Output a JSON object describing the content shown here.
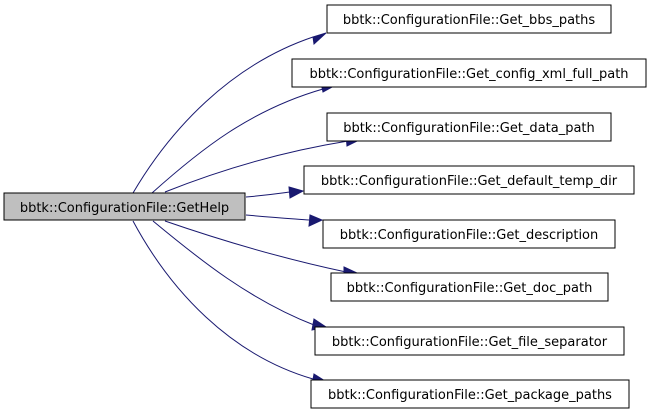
{
  "graph": {
    "source": {
      "label": "bbtk::ConfigurationFile::GetHelp",
      "fill": "#bfbfbf"
    },
    "target_fill": "#ffffff",
    "edge_color": "#191970",
    "targets": [
      {
        "label": "bbtk::ConfigurationFile::Get_bbs_paths"
      },
      {
        "label": "bbtk::ConfigurationFile::Get_config_xml_full_path"
      },
      {
        "label": "bbtk::ConfigurationFile::Get_data_path"
      },
      {
        "label": "bbtk::ConfigurationFile::Get_default_temp_dir"
      },
      {
        "label": "bbtk::ConfigurationFile::Get_description"
      },
      {
        "label": "bbtk::ConfigurationFile::Get_doc_path"
      },
      {
        "label": "bbtk::ConfigurationFile::Get_file_separator"
      },
      {
        "label": "bbtk::ConfigurationFile::Get_package_paths"
      }
    ]
  }
}
